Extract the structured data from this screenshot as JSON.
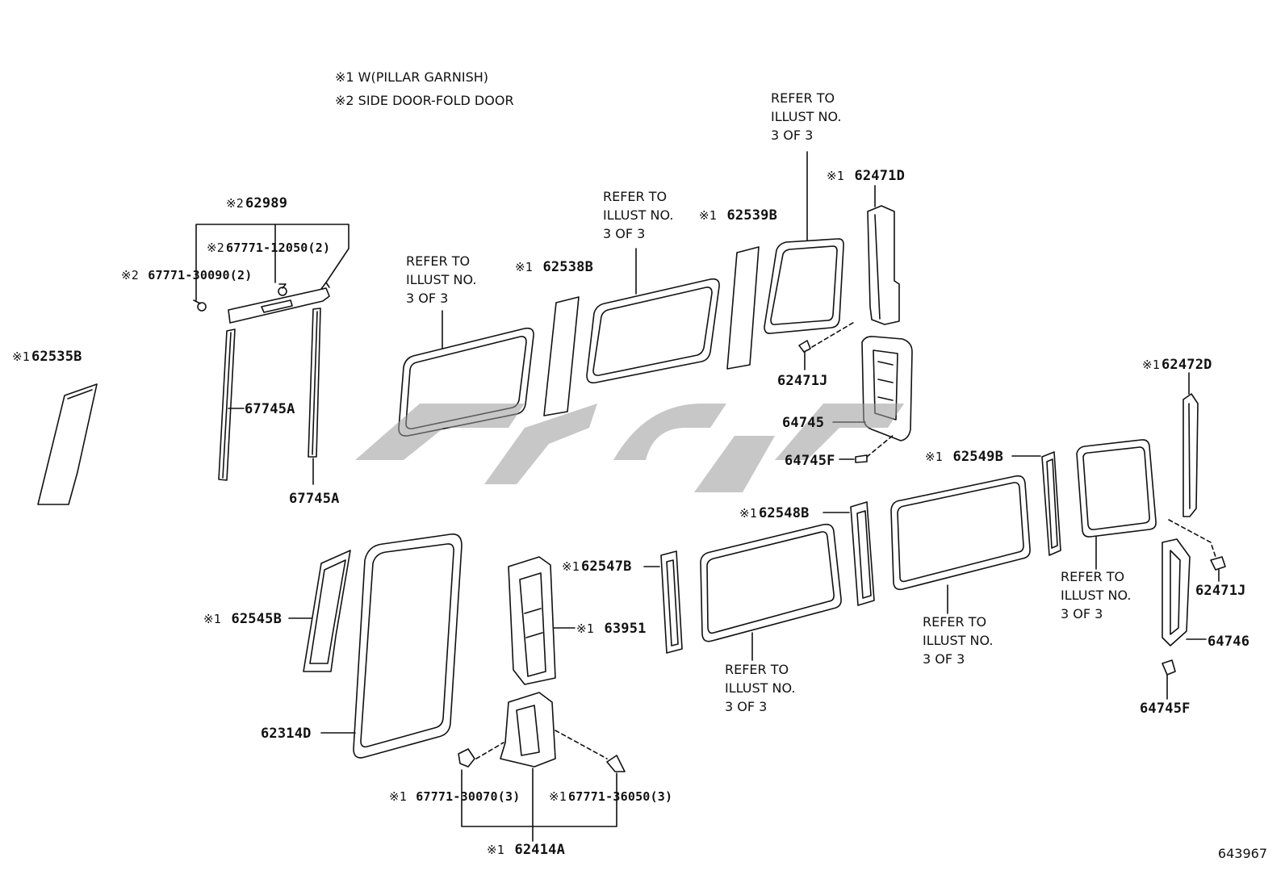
{
  "notes": [
    "※1 W(PILLAR GARNISH)",
    "※2 SIDE DOOR-FOLD DOOR"
  ],
  "refer": {
    "line1": "REFER TO",
    "line2": "ILLUST NO.",
    "line3": "3 OF 3"
  },
  "parts": {
    "p62989": {
      "mark": "※2",
      "num": "62989"
    },
    "p67771_12050": {
      "mark": "※2",
      "num": "67771-12050(2)"
    },
    "p67771_30090": {
      "mark": "※2",
      "num": "67771-30090(2)"
    },
    "p62535B": {
      "mark": "※1",
      "num": "62535B"
    },
    "p67745A_1": {
      "mark": "",
      "num": "67745A"
    },
    "p67745A_2": {
      "mark": "",
      "num": "67745A"
    },
    "p62538B": {
      "mark": "※1",
      "num": "62538B"
    },
    "p62539B": {
      "mark": "※1",
      "num": "62539B"
    },
    "p62471D": {
      "mark": "※1",
      "num": "62471D"
    },
    "p62471J_1": {
      "mark": "",
      "num": "62471J"
    },
    "p64745": {
      "mark": "",
      "num": "64745"
    },
    "p64745F_1": {
      "mark": "",
      "num": "64745F"
    },
    "p62472D": {
      "mark": "※1",
      "num": "62472D"
    },
    "p62549B": {
      "mark": "※1",
      "num": "62549B"
    },
    "p62548B": {
      "mark": "※1",
      "num": "62548B"
    },
    "p62547B": {
      "mark": "※1",
      "num": "62547B"
    },
    "p63951": {
      "mark": "※1",
      "num": "63951"
    },
    "p62545B": {
      "mark": "※1",
      "num": "62545B"
    },
    "p62314D": {
      "mark": "",
      "num": "62314D"
    },
    "p67771_30070": {
      "mark": "※1",
      "num": "67771-30070(3)"
    },
    "p67771_36050": {
      "mark": "※1",
      "num": "67771-36050(3)"
    },
    "p62414A": {
      "mark": "※1",
      "num": "62414A"
    },
    "p62471J_2": {
      "mark": "",
      "num": "62471J"
    },
    "p64746": {
      "mark": "",
      "num": "64746"
    },
    "p64745F_2": {
      "mark": "",
      "num": "64745F"
    }
  },
  "figure_number": "643967",
  "watermark": {
    "color": "#9a9a9a",
    "icon": "watermark-logo"
  }
}
